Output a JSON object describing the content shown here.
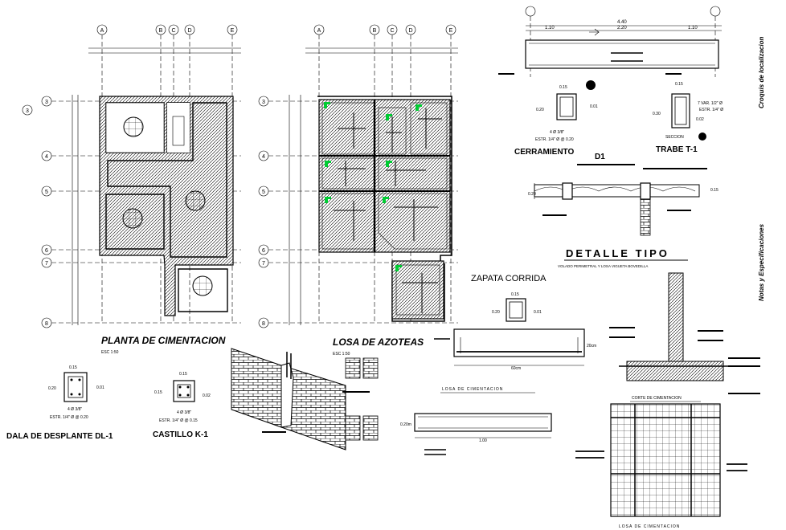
{
  "plans": {
    "cimentacion": {
      "title": "PLANTA DE CIMENTACION",
      "scale": "ESC 1:50"
    },
    "azoteas": {
      "title": "LOSA DE AZOTEAS",
      "scale": "ESC 1:50"
    }
  },
  "axes": {
    "columns": [
      "A",
      "B",
      "C",
      "D",
      "E"
    ],
    "rows": [
      "3",
      "4",
      "5",
      "6",
      "7",
      "8"
    ]
  },
  "details": {
    "dala": {
      "title": "DALA DE DESPLANTE  DL-1",
      "width": "0.15",
      "height": "0.20",
      "side": "0.01",
      "rebar": "4 Ø 3/8\"",
      "stirrup": "ESTR. 1/4\" Ø @ 0.20"
    },
    "castillo": {
      "title": "CASTILLO K-1",
      "width": "0.15",
      "height": "0.15",
      "side": "0.02",
      "rebar": "4 Ø 3/8\"",
      "stirrup": "ESTR. 1/4\" Ø @ 0.15"
    },
    "cerramiento": {
      "title": "CERRAMIENTO",
      "tag": "D1",
      "width": "0.15",
      "height": "0.20",
      "side": "0.01",
      "rebar": "4 Ø 3/8\"",
      "stirrup": "ESTR. 1/4\" Ø @ 0.20"
    },
    "trabe": {
      "title": "TRABE T-1",
      "width": "0.15",
      "height": "0.30",
      "rebar": "7 VAR. 1/2\" Ø",
      "stirrup": "ESTR. 1/4\" Ø",
      "side": "0.02",
      "section": "SECCION"
    },
    "beam_elevation": {
      "total": "4.40",
      "left": "1.10",
      "mid": "2.20",
      "right": "1.10"
    },
    "detalle_tipo": {
      "title": "DETALLE TIPO",
      "subtitle": "VOLADO PERIMETRAL Y LOSA VIGUETA BOVEDILLA",
      "thickness": "0.20",
      "right": "0.15"
    },
    "zapata": {
      "title": "ZAPATA CORRIDA",
      "inner_w": "0.15",
      "inner_h": "0.20",
      "inner_side": "0.01",
      "height": "20cm",
      "width": "60cm",
      "corte_label": "CORTE DE CIMENTACION"
    },
    "losa_cim": {
      "label": "LOSA DE CIMENTACION",
      "thickness": "0.20m",
      "width": "1.00"
    }
  },
  "side_notes": {
    "croquis": "Croquis de localizacion",
    "notas": "Notas y Especificaciones"
  }
}
